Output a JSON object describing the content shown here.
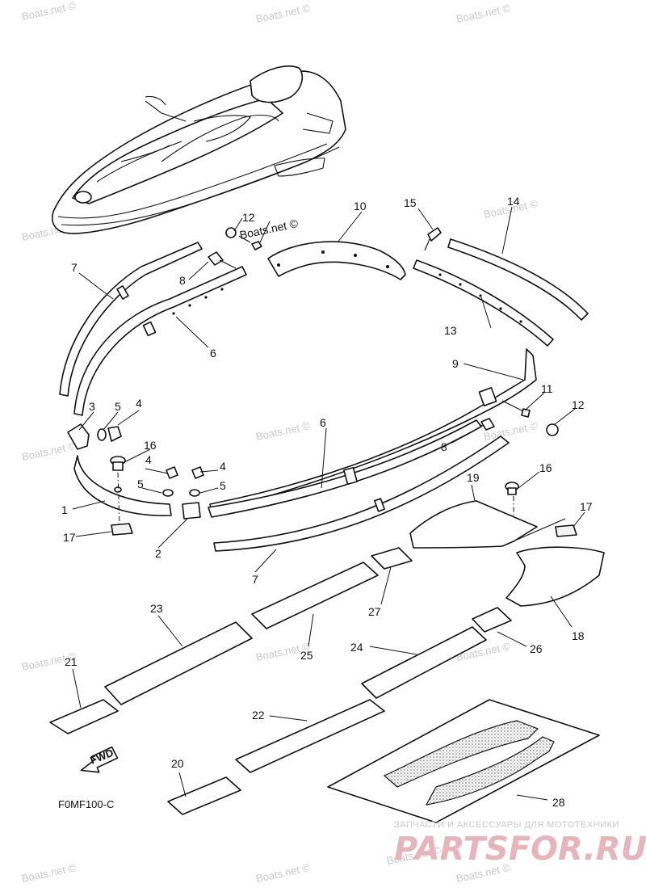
{
  "watermarks": [
    "Boats.net ©",
    "Boats.net ©",
    "Boats.net ©",
    "Boats.net ©",
    "Boats.net ©",
    "Boats.net ©",
    "Boats.net ©",
    "Boats.net ©",
    "Boats.net ©",
    "Boats.net ©",
    "Boats.net ©",
    "Boats.net ©",
    "Boats.net ©",
    "Boats.net ©",
    "Boats.net ©"
  ],
  "watermark_center": "Boats.net ©",
  "callouts": {
    "n1": "1",
    "n2": "2",
    "n3": "3",
    "n4a": "4",
    "n4b": "4",
    "n4c": "4",
    "n5a": "5",
    "n5b": "5",
    "n5c": "5",
    "n6a": "6",
    "n6b": "6",
    "n7a": "7",
    "n7b": "7",
    "n8a": "8",
    "n8b": "8",
    "n9": "9",
    "n10": "10",
    "n11": "11",
    "n12a": "12",
    "n12b": "12",
    "n13": "13",
    "n14": "14",
    "n15": "15",
    "n16a": "16",
    "n16b": "16",
    "n17a": "17",
    "n17b": "17",
    "n18": "18",
    "n19": "19",
    "n20": "20",
    "n21": "21",
    "n22": "22",
    "n23": "23",
    "n24": "24",
    "n25": "25",
    "n26": "26",
    "n27": "27",
    "n28": "28"
  },
  "fwd_label": "FWD",
  "figure_code": "F0MF100-C",
  "brand_tagline": "ЗАПЧАСТИ И АКСЕССУАРЫ ДЛЯ МОТОТЕХНИКИ",
  "brand_name": "PARTSFOR.RU"
}
